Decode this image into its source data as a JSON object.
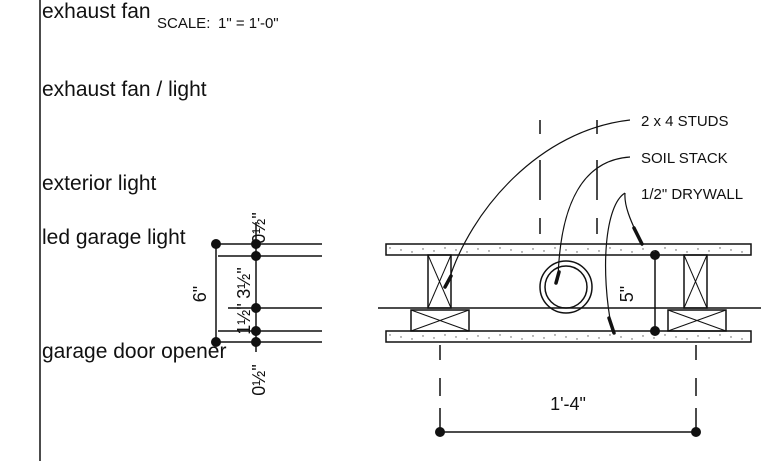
{
  "header": {
    "title": "exhaust fan",
    "scale_label": "SCALE:",
    "scale_value": "1\" = 1'-0\""
  },
  "legend": {
    "items": [
      {
        "label": "exhaust fan / light"
      },
      {
        "label": "exterior light"
      },
      {
        "label": "led garage light"
      },
      {
        "label": "garage door opener"
      }
    ]
  },
  "wall_detail": {
    "dimensions": {
      "top_drywall": "0½\"",
      "total_thickness": "6\"",
      "stud_depth": "3½\"",
      "plate": "1½\"",
      "bottom_drywall": "0½\""
    }
  },
  "plan_detail": {
    "callouts": [
      {
        "label": "2 x 4 STUDS"
      },
      {
        "label": "SOIL STACK"
      },
      {
        "label": "1/2\" DRYWALL"
      }
    ],
    "dimensions": {
      "cavity_depth": "5\"",
      "stud_spacing": "1'-4\""
    }
  },
  "colors": {
    "ink": "#111111",
    "paper": "#ffffff"
  }
}
